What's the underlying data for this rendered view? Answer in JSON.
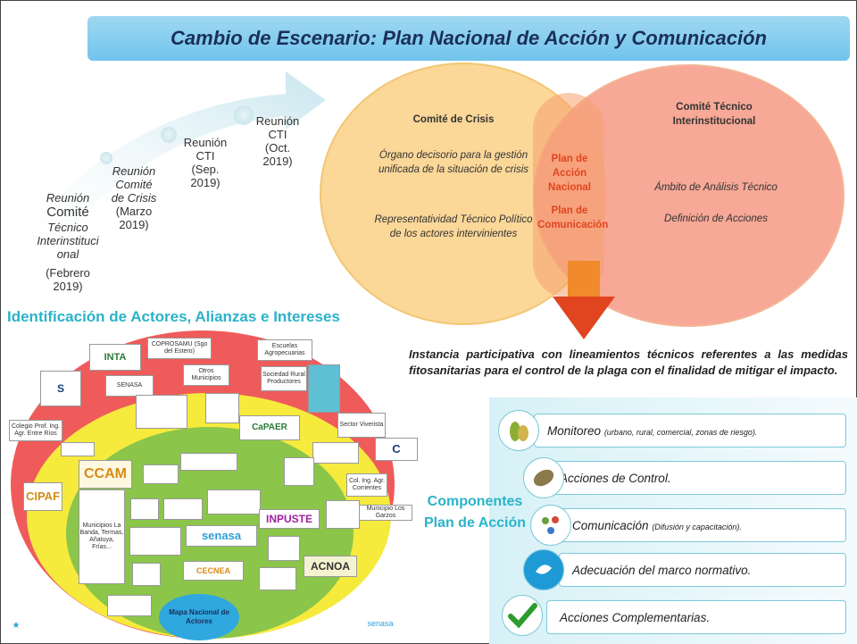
{
  "title": "Cambio de Escenario: Plan Nacional de Acción y Comunicación",
  "timeline": [
    {
      "lines": [
        "Reunión",
        "Comité",
        "Técnico",
        "Interinstituci",
        "onal",
        "(Febrero",
        "2019)"
      ]
    },
    {
      "lines": [
        "Reunión",
        "Comité",
        "de Crisis",
        "(Marzo",
        "2019)"
      ]
    },
    {
      "lines": [
        "Reunión",
        "CTI",
        "(Sep.",
        "2019)"
      ]
    },
    {
      "lines": [
        "Reunión",
        "CTI",
        "(Oct.",
        "2019)"
      ]
    }
  ],
  "venn": {
    "left_title": "Comité de Crisis",
    "left_desc1": "Órgano decisorio para la gestión unificada de la situación de crisis",
    "left_desc2": "Representatividad Técnico Político de los actores intervinientes",
    "center1": "Plan de Acción Nacional",
    "center2": "Plan de Comunicación",
    "right_title": "Comité Técnico Interinstitucional",
    "right_desc1": "Ámbito de Análisis Técnico",
    "right_desc2": "Definición de Acciones"
  },
  "actors_title": "Identificación de Actores, Alianzas e Intereses",
  "actors": {
    "mapa": "Mapa Nacional de Actores",
    "logos": {
      "inta": "INTA",
      "coprosamu": "COPROSAMU (Sgo del Estero)",
      "escuelas": "Escuelas Agropecuarias",
      "senasa_small": "SENASA",
      "otros_mun": "Otros Municipios",
      "sociedad_rural": "Sociedad Rural Productores",
      "colegio": "Colegio Prof. Ing. Agr. Entre Ríos",
      "sector_viverista": "Sector Viverista",
      "ccam": "CCAM",
      "capaer": "CaPAER",
      "cipaf": "CIPAF",
      "col_ing": "Col. Ing. Agr. Corrientes",
      "municipios": "Municipios La Banda, Termas, Añatuya, Frías...",
      "inpuste": "INPUSTE",
      "senasa_mid": "senasa",
      "acnoa": "ACNOA",
      "cecnea": "CECNEA",
      "municipio_garupa": "Municipio Los Garzos",
      "senasa_footer": "senasa"
    }
  },
  "description": "Instancia participativa con lineamientos técnicos referentes a las medidas fitosanitarias para el control de la plaga con el finalidad de mitigar el impacto.",
  "components_title": "Componentes Plan de Acción",
  "components": [
    {
      "label": "Monitoreo",
      "detail": "(urbano, rural, comercial, zonas de riesgo)."
    },
    {
      "label": "Acciones de Control.",
      "detail": ""
    },
    {
      "label": "Comunicación",
      "detail": "(Difusión y capacitación)."
    },
    {
      "label": "Adecuación del marco normativo.",
      "detail": ""
    },
    {
      "label": "Acciones Complementarias.",
      "detail": ""
    }
  ],
  "colors": {
    "title_bar": "#70c4ec",
    "crisis_circle": "#fbd593",
    "cti_circle": "#f7a28f",
    "center_text": "#e0451f",
    "accent_cyan": "#2ab3c9",
    "red_ring": "#ef5b5b",
    "yellow_ring": "#f6ea3d",
    "green_core": "#8bc54a"
  }
}
